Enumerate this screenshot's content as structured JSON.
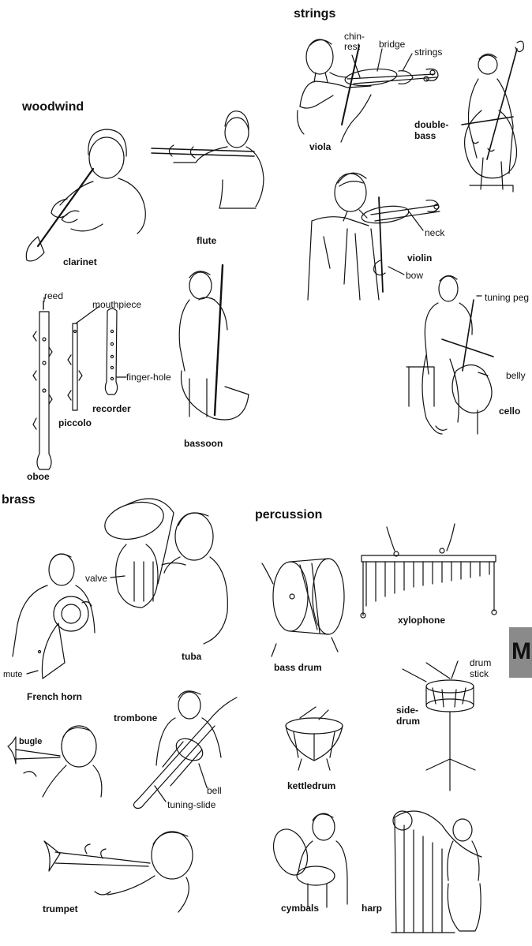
{
  "sections": {
    "strings": "strings",
    "woodwind": "woodwind",
    "brass": "brass",
    "percussion": "percussion"
  },
  "instruments": {
    "viola": "viola",
    "double_bass": "double-\nbass",
    "violin": "violin",
    "cello": "cello",
    "clarinet": "clarinet",
    "flute": "flute",
    "oboe": "oboe",
    "piccolo": "piccolo",
    "recorder": "recorder",
    "bassoon": "bassoon",
    "french_horn": "French horn",
    "tuba": "tuba",
    "bugle": "bugle",
    "trombone": "trombone",
    "trumpet": "trumpet",
    "bass_drum": "bass drum",
    "xylophone": "xylophone",
    "side_drum": "side-\ndrum",
    "kettledrum": "kettledrum",
    "cymbals": "cymbals",
    "harp": "harp"
  },
  "parts": {
    "chinrest": "chin-\nrest",
    "bridge": "bridge",
    "strings": "strings",
    "neck": "neck",
    "bow": "bow",
    "tuning_peg": "tuning peg",
    "belly": "belly",
    "reed": "reed",
    "mouthpiece": "mouthpiece",
    "finger_hole": "finger-hole",
    "valve": "valve",
    "mute": "mute",
    "bell": "bell",
    "tuning_slide": "tuning-slide",
    "drum_stick": "drum\nstick"
  },
  "tab_letter": "M",
  "colors": {
    "ink": "#111111",
    "paper": "#ffffff",
    "tab": "#8a8a8a"
  }
}
